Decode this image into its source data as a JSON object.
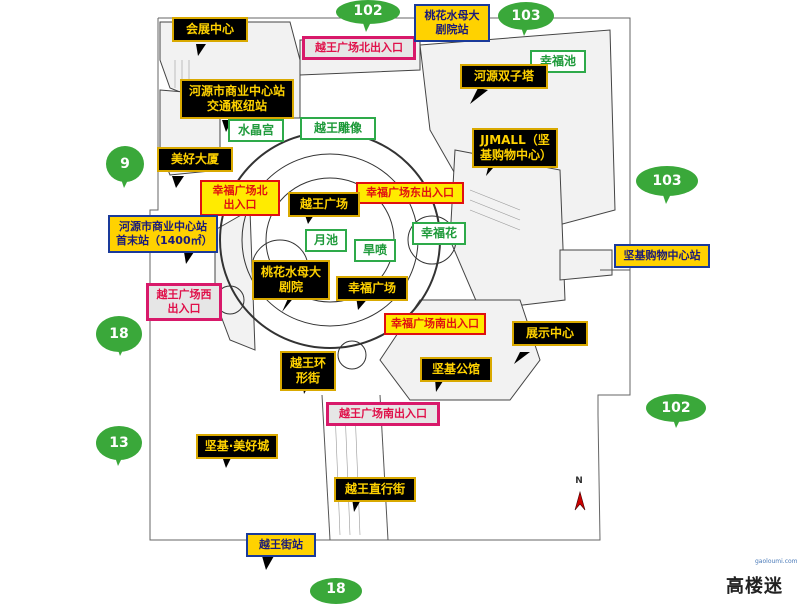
{
  "labels": {
    "exhibition_center_top": "会展中心",
    "transport_hub": "河源市商业中心站\n交通枢纽站",
    "crystal_palace": "水晶宫",
    "yuewang_statue": "越王雕像",
    "meihao_building": "美好大厦",
    "xingfu_north_entrance": "幸福广场北\n出入口",
    "xingfu_east_entrance": "幸福广场东出入口",
    "yuewang_plaza": "越王广场",
    "moon_pool": "月池",
    "sun_pool": "旱喷",
    "xingfu_flower": "幸福花",
    "bus_terminal": "河源市商业中心站\n首末站（1400㎡）",
    "yuewang_west_entrance": "越王广场西\n出入口",
    "taohua_theater": "桃花水母大\n剧院",
    "xingfu_plaza": "幸福广场",
    "xingfu_south_entrance": "幸福广场南出入口",
    "yuewang_north_entrance": "越王广场北出入口",
    "taohua_theater_station": "桃花水母大\n剧院站",
    "xingfu_pool": "幸福池",
    "heyuan_twin_towers": "河源双子塔",
    "jjmall": "JJMALL（坚\n基购物中心）",
    "jianji_mall_station": "坚基购物中心站",
    "exhibition_center": "展示中心",
    "yuewang_ring_street": "越王环\n形街",
    "jianji_mansion": "坚基公馆",
    "yuewang_south_entrance": "越王广场南出入口",
    "jianji_meihao_city": "坚基·美好城",
    "yuewang_straight_street": "越王直行街",
    "yuewang_street_station": "越王街站",
    "compass": "N"
  },
  "bus_routes": {
    "top_center": "102",
    "top_right": "103",
    "left_upper": "9",
    "right_upper": "103",
    "left_middle": "18",
    "right_lower": "102",
    "left_lower": "13",
    "bottom": "18"
  },
  "logo": {
    "text": "高楼迷",
    "url": "gaoloumi.com"
  },
  "colors": {
    "label_black": "#000000",
    "label_gold": "#ffd200",
    "bus_green": "#3aa83a",
    "entrance_red": "#e01010",
    "entrance_pink": "#d8196a",
    "attraction_green": "#1e9a3a"
  }
}
